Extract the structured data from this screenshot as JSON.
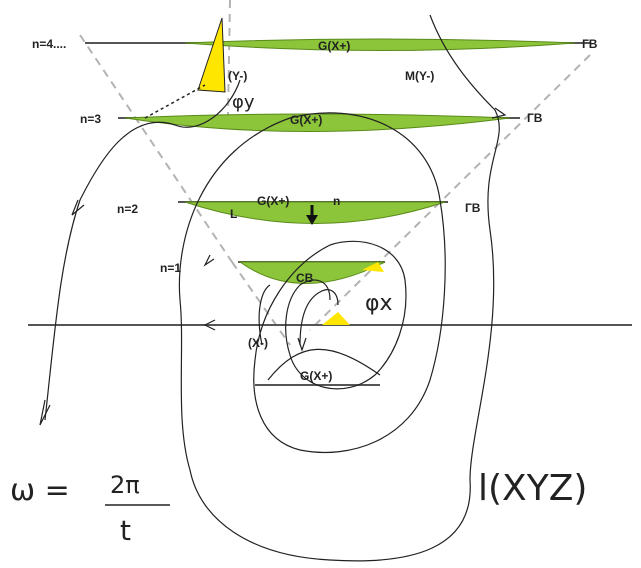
{
  "levels": {
    "n4": "n=4....",
    "n3": "n=3",
    "n2": "n=2",
    "n1": "n=1"
  },
  "labels": {
    "g_top": "G(X+)",
    "g_n3": "G(X+)",
    "g_n2": "G(X+)",
    "g_bottom": "G(X+)",
    "gv_top": "ГВ",
    "gv_n3": "ГВ",
    "gv_n2": "ГВ",
    "cb": "CB",
    "y_minus_left": "(Y-)",
    "m_y_minus": "M(Y-)",
    "x_minus": "(X-)",
    "n_small": "n",
    "l_small": "L",
    "phi_y": "φy",
    "phi_x": "φx"
  },
  "formulas": {
    "omega_lhs": "ω =",
    "omega_num": "2π",
    "omega_den": "t",
    "coords": "l(XYZ)"
  },
  "colors": {
    "lens_green": "#8cc43a",
    "highlight_yellow": "#ffe600",
    "guide_gray": "#b3b3b3",
    "ink": "#222222"
  }
}
